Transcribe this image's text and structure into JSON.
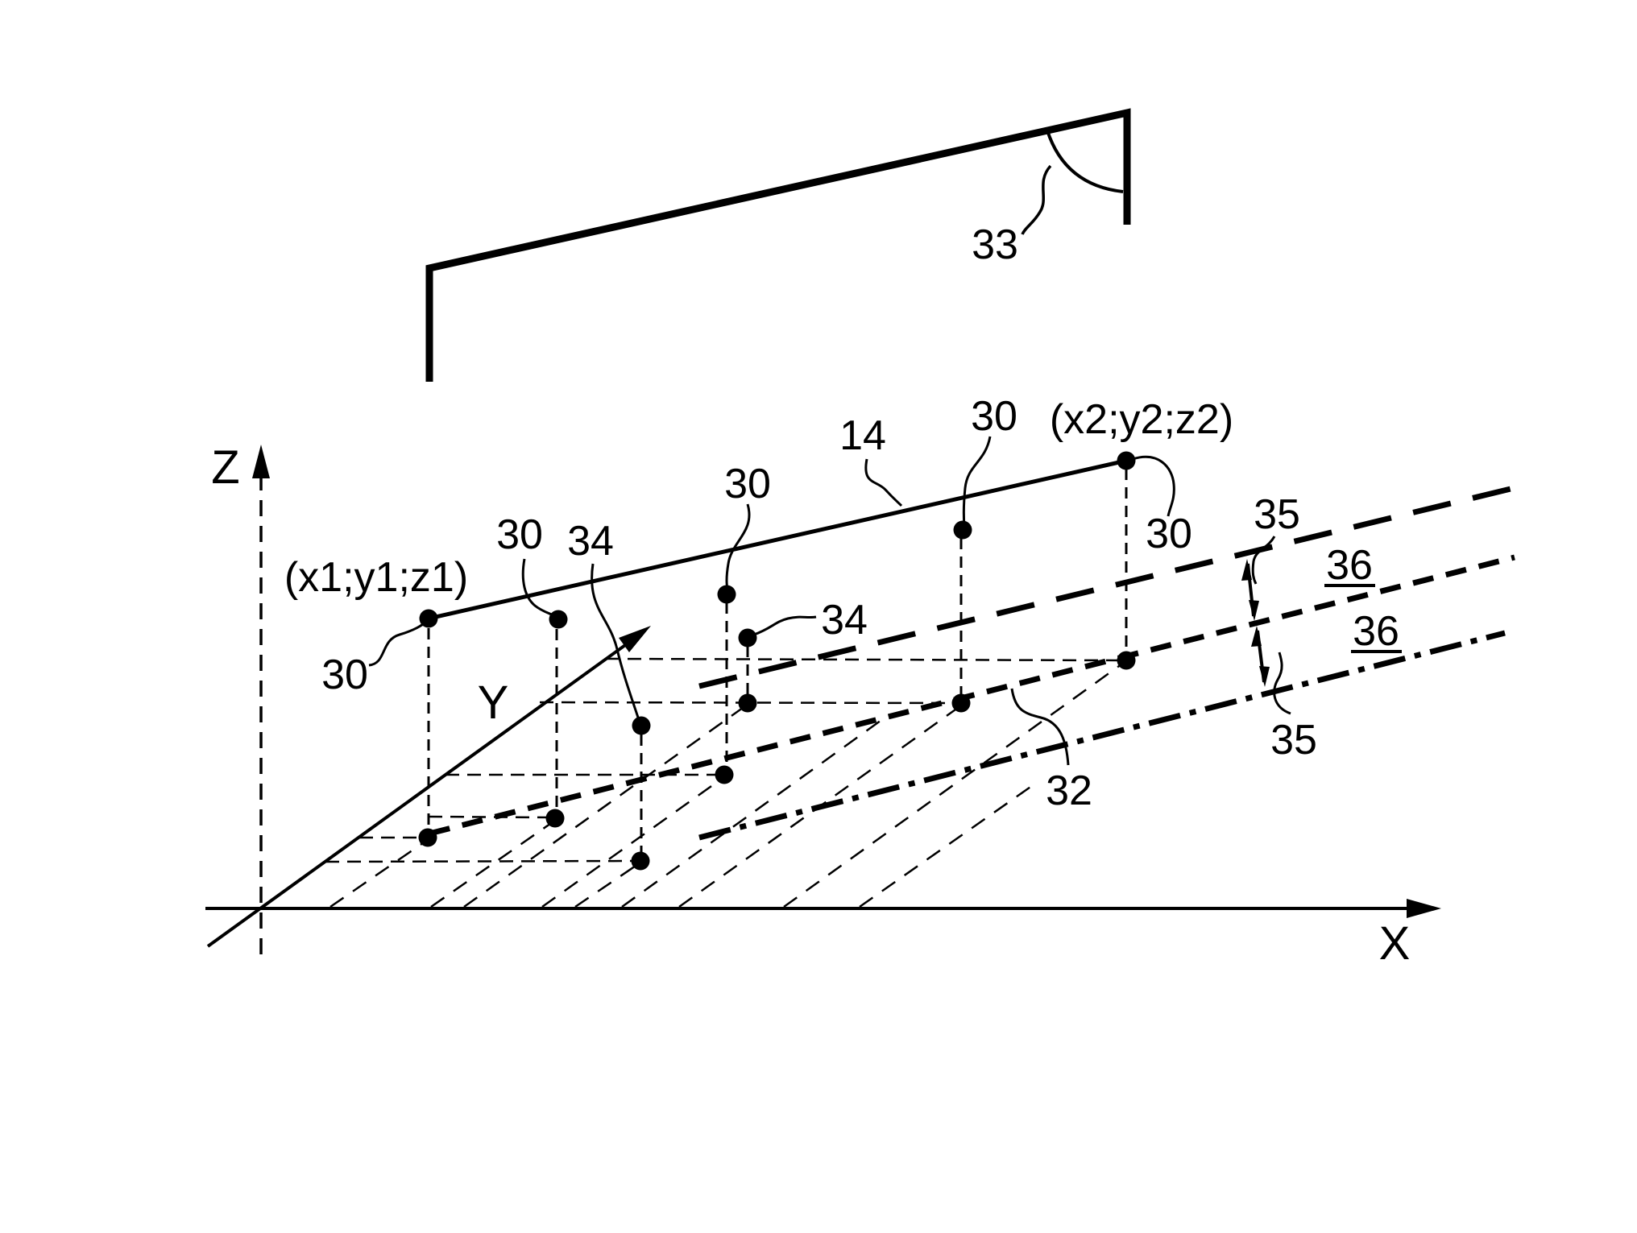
{
  "axis_labels": {
    "x": "X",
    "y": "Y",
    "z": "Z"
  },
  "coordinate_labels": {
    "p1": "(x1;y1;z1)",
    "p2": "(x2;y2;z2)"
  },
  "ref": {
    "panel": "33",
    "line14": "14",
    "pt30_left": "30",
    "pt30_2": "30",
    "pt30_3": "30",
    "pt30_4": "30",
    "pt30_right": "30",
    "pt34_1": "34",
    "pt34_2": "34",
    "off35_top": "35",
    "off35_bottom": "35",
    "band36_upper": "36",
    "band36_lower": "36",
    "line32": "32"
  },
  "colors": {
    "ink": "#000000",
    "background": "#ffffff"
  }
}
